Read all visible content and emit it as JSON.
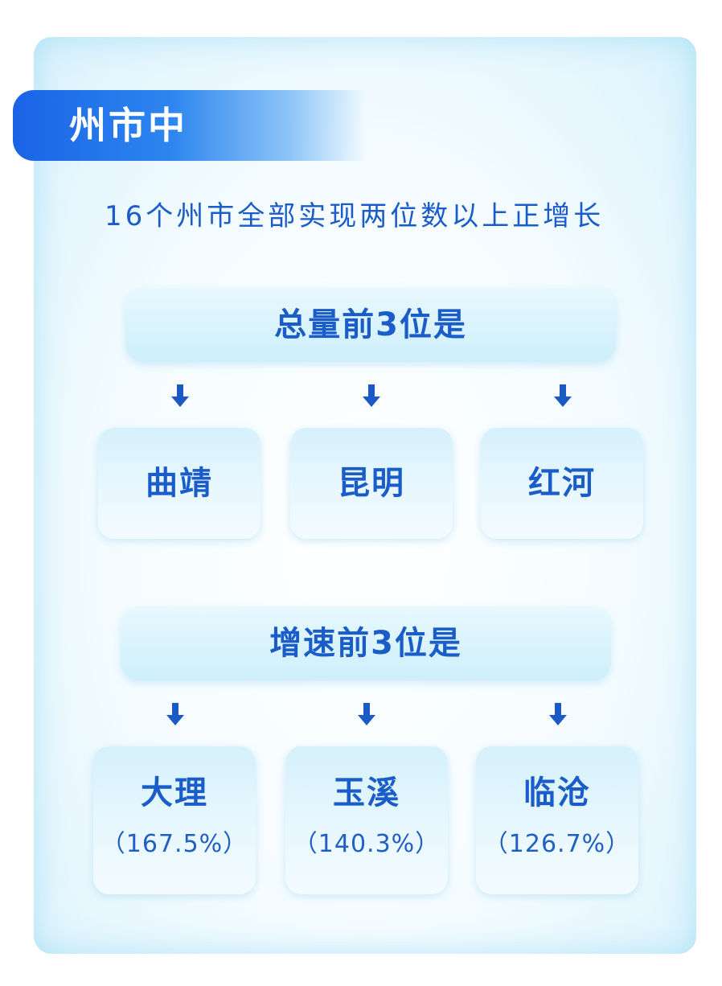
{
  "section": {
    "title": "州市中"
  },
  "headline": "16个州市全部实现两位数以上正增长",
  "total_top3": {
    "title": "总量前3位是",
    "items": [
      {
        "name": "曲靖"
      },
      {
        "name": "昆明"
      },
      {
        "name": "红河"
      }
    ]
  },
  "growth_top3": {
    "title": "增速前3位是",
    "items": [
      {
        "name": "大理",
        "rate": "（167.5%）"
      },
      {
        "name": "玉溪",
        "rate": "（140.3%）"
      },
      {
        "name": "临沧",
        "rate": "（126.7%）"
      }
    ]
  },
  "colors": {
    "primary_blue": "#1a5cc8",
    "tab_blue": "#1a63e6",
    "arrow_blue": "#1b59c4",
    "box_light": "#d6f1fc"
  },
  "icons": {
    "arrow": "arrow-down-icon"
  }
}
